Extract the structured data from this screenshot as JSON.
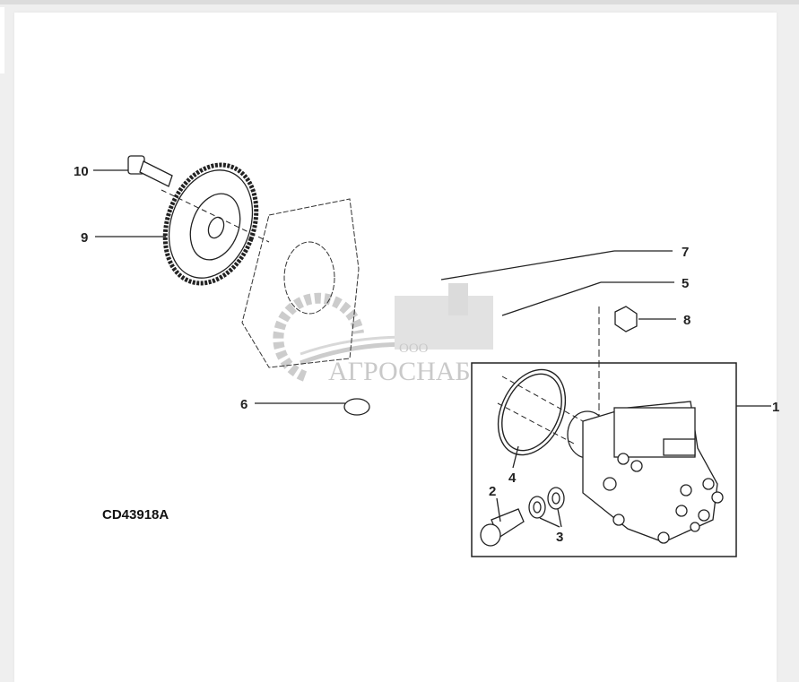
{
  "diagram": {
    "drawing_code": "CD43918A",
    "callouts": [
      "10",
      "9",
      "7",
      "5",
      "8",
      "6",
      "4",
      "2",
      "3",
      "1"
    ],
    "watermark": {
      "prefix": "ООО",
      "name": "АГРОСНАБ"
    },
    "colors": {
      "line": "#222222",
      "watermark": "#b8b8b8",
      "background": "#ffffff"
    }
  }
}
